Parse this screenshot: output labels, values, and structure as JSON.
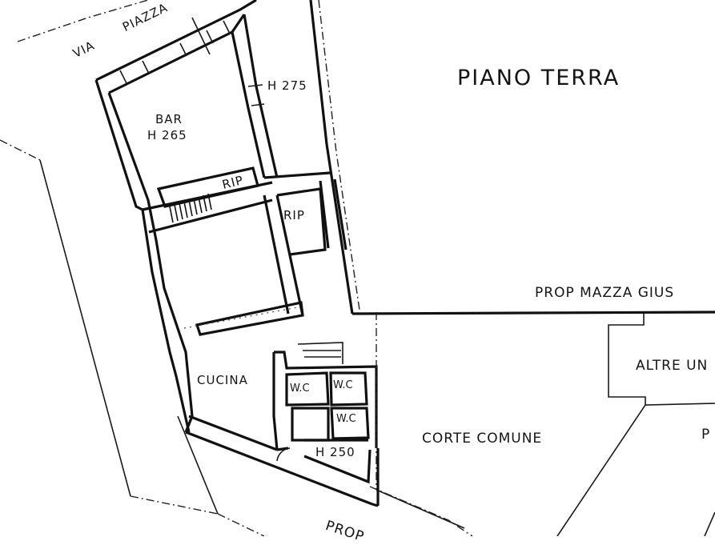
{
  "title": "PIANO TERRA",
  "streets": {
    "via": "VIA",
    "piazza": "PIAZZA"
  },
  "rooms": {
    "bar": {
      "name": "BAR",
      "height": "H 265"
    },
    "room_north": {
      "height": "H 275"
    },
    "stair_storage": {
      "name": "RIP"
    },
    "storage": {
      "name": "RIP"
    },
    "kitchen": {
      "name": "CUCINA"
    },
    "wc_1": {
      "name": "W.C"
    },
    "wc_2": {
      "name": "W.C"
    },
    "wc_3": {
      "name": "W.C"
    },
    "service_height": {
      "height": "H 250"
    }
  },
  "areas": {
    "courtyard": "CORTE COMUNE",
    "neighbour_property": "PROP  MAZZA  GIUS",
    "other_units": "ALTRE  UN",
    "lower_right_fragment": "P",
    "bottom_property": "PROP"
  },
  "colors": {
    "ink": "#111111",
    "paper": "#ffffff"
  }
}
